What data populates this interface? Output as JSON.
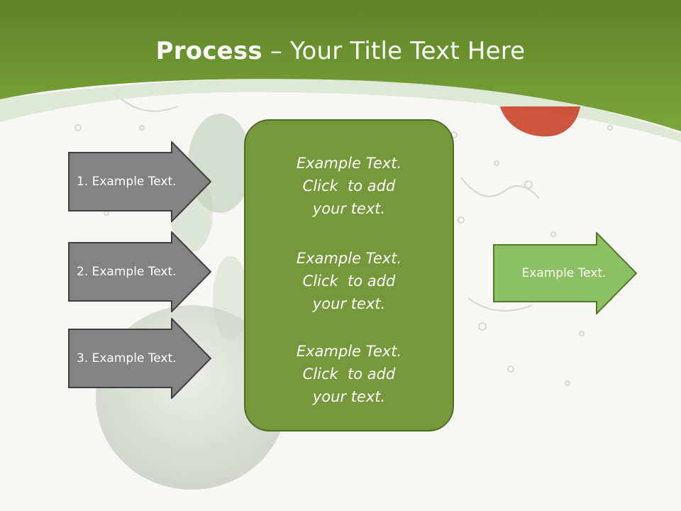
{
  "title": {
    "bold": "Process",
    "separator": " – ",
    "rest": "Your Title Text Here"
  },
  "input_arrows": [
    {
      "label": "1. Example Text."
    },
    {
      "label": "2. Example Text."
    },
    {
      "label": "3. Example Text."
    }
  ],
  "center_box": {
    "paragraphs": [
      {
        "line1": "Example Text.",
        "line2": "Click  to add",
        "line3": "your text."
      },
      {
        "line1": "Example Text.",
        "line2": "Click  to add",
        "line3": "your text."
      },
      {
        "line1": "Example Text.",
        "line2": "Click  to add",
        "line3": "your text."
      }
    ]
  },
  "output_arrow": {
    "label": "Example Text."
  },
  "colors": {
    "header_green": "#6f9a2c",
    "box_green": "#75983a",
    "arrow_gray": "#838383",
    "output_green": "#8cc063"
  }
}
